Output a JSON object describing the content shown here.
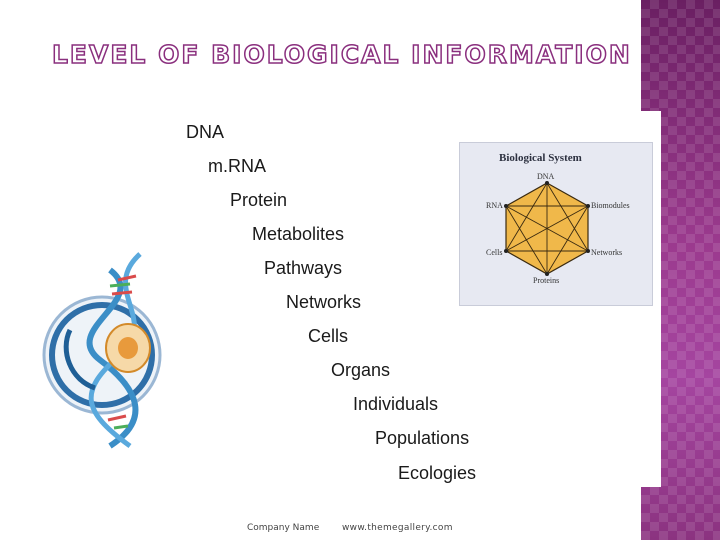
{
  "slide": {
    "title": "LEVEL OF BIOLOGICAL INFORMATION",
    "levels": [
      "DNA",
      "m.RNA",
      "Protein",
      "Metabolites",
      "Pathways",
      "Networks",
      "Cells",
      "Organs",
      "Individuals",
      "Populations",
      "Ecologies"
    ]
  },
  "biological_system": {
    "title": "Biological System",
    "labels": {
      "top": "DNA",
      "left_upper": "RNA",
      "right_upper": "Biomodules",
      "left_lower": "Cells",
      "right_lower": "Networks",
      "bottom": "Proteins"
    },
    "fill_color": "#f0b84a"
  },
  "footer": {
    "company": "Company Name",
    "url": "www.themegallery.com"
  },
  "colors": {
    "accent": "#8a2f7e",
    "side_band": "#7d2a72"
  }
}
